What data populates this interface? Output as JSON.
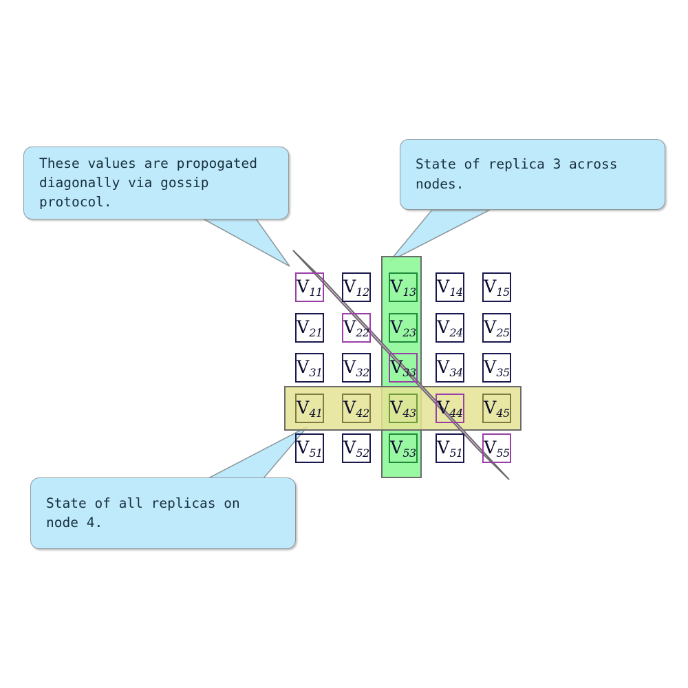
{
  "diagram": {
    "title": "Replica state grid with gossip propagation",
    "colors": {
      "cell_border": "#18174e",
      "band_green": "#90f99a",
      "band_magenta": "#f9aefa",
      "band_yellow": "#e4e495",
      "band_stroke": "#6b6b6b",
      "callout_fill": "#bfeafc",
      "callout_stroke": "#8f9a9c",
      "text": "#17303c"
    },
    "grid": {
      "rows": 5,
      "cols": 5,
      "cells": [
        [
          {
            "v": "V",
            "sub": "11",
            "highlight": "magenta"
          },
          {
            "v": "V",
            "sub": "12",
            "highlight": "none"
          },
          {
            "v": "V",
            "sub": "13",
            "highlight": "green"
          },
          {
            "v": "V",
            "sub": "14",
            "highlight": "none"
          },
          {
            "v": "V",
            "sub": "15",
            "highlight": "none"
          }
        ],
        [
          {
            "v": "V",
            "sub": "21",
            "highlight": "none"
          },
          {
            "v": "V",
            "sub": "22",
            "highlight": "magenta"
          },
          {
            "v": "V",
            "sub": "23",
            "highlight": "green"
          },
          {
            "v": "V",
            "sub": "24",
            "highlight": "none"
          },
          {
            "v": "V",
            "sub": "25",
            "highlight": "none"
          }
        ],
        [
          {
            "v": "V",
            "sub": "31",
            "highlight": "none"
          },
          {
            "v": "V",
            "sub": "32",
            "highlight": "none"
          },
          {
            "v": "V",
            "sub": "33",
            "highlight": "green-magenta"
          },
          {
            "v": "V",
            "sub": "34",
            "highlight": "none"
          },
          {
            "v": "V",
            "sub": "35",
            "highlight": "none"
          }
        ],
        [
          {
            "v": "V",
            "sub": "41",
            "highlight": "yellow"
          },
          {
            "v": "V",
            "sub": "42",
            "highlight": "yellow"
          },
          {
            "v": "V",
            "sub": "43",
            "highlight": "green-yellow"
          },
          {
            "v": "V",
            "sub": "44",
            "highlight": "magenta-yellow"
          },
          {
            "v": "V",
            "sub": "45",
            "highlight": "yellow"
          }
        ],
        [
          {
            "v": "V",
            "sub": "51",
            "highlight": "none"
          },
          {
            "v": "V",
            "sub": "52",
            "highlight": "none"
          },
          {
            "v": "V",
            "sub": "53",
            "highlight": "green"
          },
          {
            "v": "V",
            "sub": "51",
            "highlight": "none"
          },
          {
            "v": "V",
            "sub": "55",
            "highlight": "magenta"
          }
        ]
      ]
    },
    "bands": [
      {
        "name": "replica-3-column-band",
        "kind": "column",
        "index": 3,
        "color": "#90f99a"
      },
      {
        "name": "node-4-row-band",
        "kind": "row",
        "index": 4,
        "color": "#e4e495"
      },
      {
        "name": "gossip-diagonal-band",
        "kind": "diagonal",
        "color": "#f9aefa"
      }
    ],
    "callouts": [
      {
        "id": "gossip-note",
        "text": "These values are propogated\ndiagonally via gossip protocol.",
        "target": "V11"
      },
      {
        "id": "replica-3-note",
        "text": "State of replica 3 across nodes.",
        "target": "V13"
      },
      {
        "id": "node-4-note",
        "text": "State of all replicas on node 4.",
        "target": "V41"
      }
    ]
  }
}
